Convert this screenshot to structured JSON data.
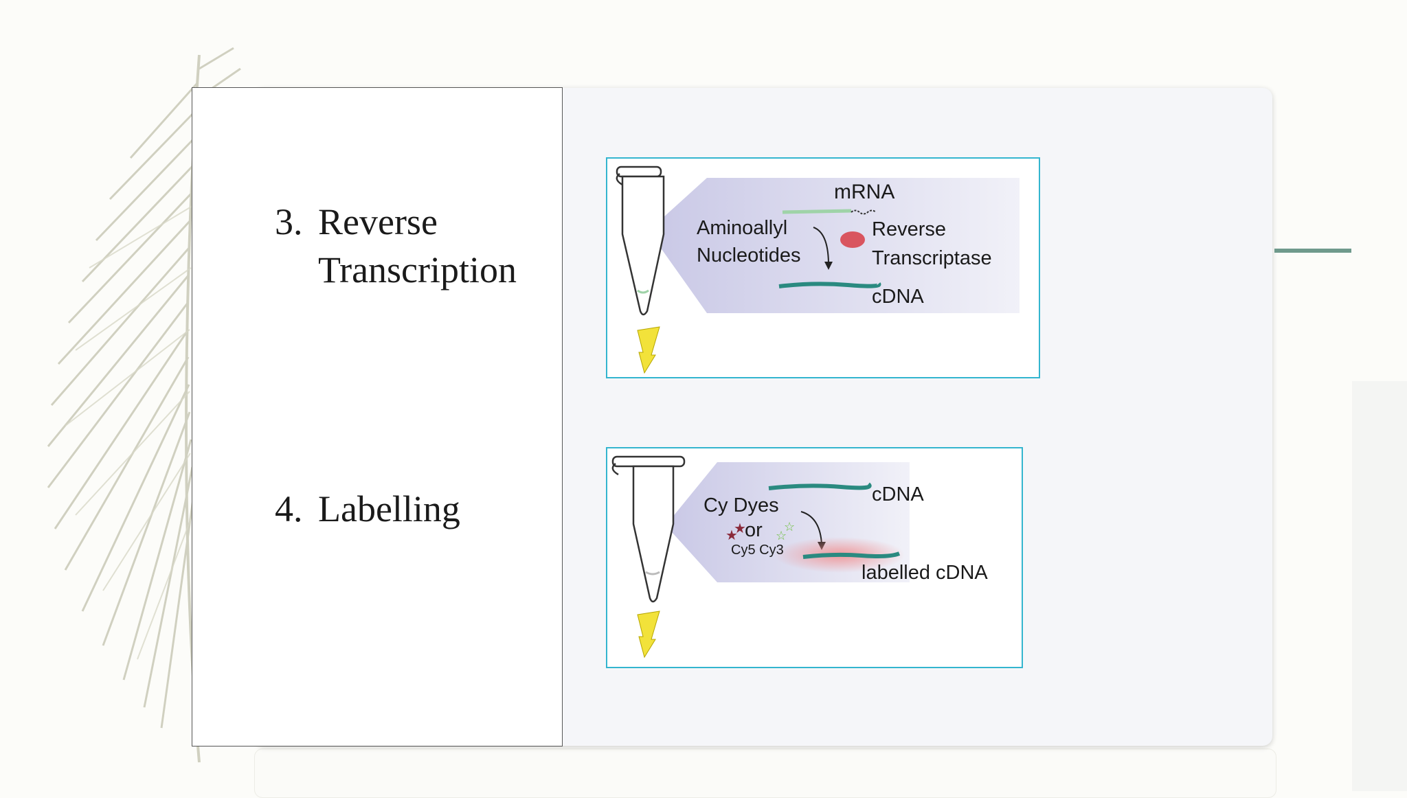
{
  "steps": [
    {
      "number": "3.",
      "line1": "Reverse",
      "line2": "Transcription"
    },
    {
      "number": "4.",
      "line1": "Labelling"
    }
  ],
  "figure_reverse_transcription": {
    "mrna": "mRNA",
    "aminoallyl": "Aminoallyl",
    "nucleotides": "Nucleotides",
    "reverse": "Reverse",
    "transcriptase": "Transcriptase",
    "cdna": "cDNA"
  },
  "figure_labelling": {
    "cdna": "cDNA",
    "cy_dyes": "Cy Dyes",
    "or": "or",
    "cy5_cy3": "Cy5 Cy3",
    "labelled_cdna": "labelled cDNA"
  },
  "colors": {
    "accent_teal": "#6f9a8c",
    "figure_border": "#33b5cf",
    "cdna_strand": "#2a8a80",
    "mrna_strand": "#9fd3a8",
    "enzyme": "#d9555f",
    "arrow_yellow": "#f2e23a",
    "chevron_fill": "#d7d6ec",
    "label_glow": "#f08c8c"
  }
}
